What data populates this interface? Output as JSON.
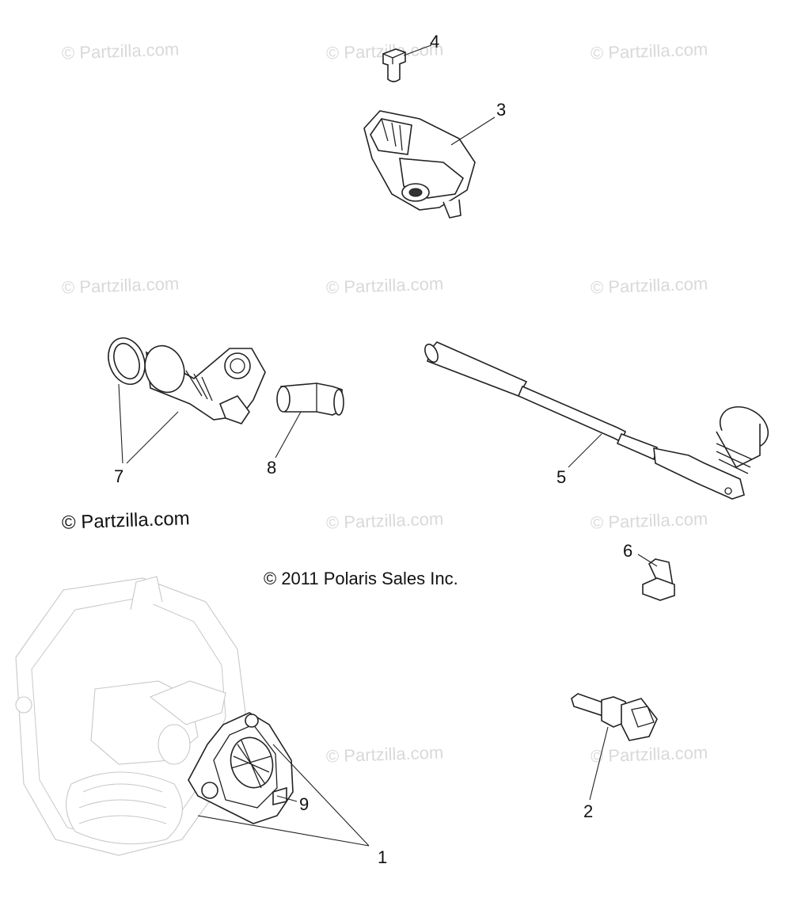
{
  "diagram": {
    "watermark_text": "© Partzilla.com",
    "prominent_watermark": "© Partzilla.com",
    "copyright": "© 2011 Polaris Sales Inc.",
    "callouts": [
      "1",
      "2",
      "3",
      "4",
      "5",
      "6",
      "7",
      "8",
      "9"
    ],
    "parts": [
      {
        "callout": "1",
        "name": "throttle-body"
      },
      {
        "callout": "2",
        "name": "temperature-sensor"
      },
      {
        "callout": "3",
        "name": "map-sensor"
      },
      {
        "callout": "4",
        "name": "screw"
      },
      {
        "callout": "5",
        "name": "speed-sensor"
      },
      {
        "callout": "6",
        "name": "screw"
      },
      {
        "callout": "7",
        "name": "cam-sensor-with-o-ring"
      },
      {
        "callout": "8",
        "name": "bushing"
      },
      {
        "callout": "9",
        "name": "throttle-position-sensor"
      }
    ]
  }
}
